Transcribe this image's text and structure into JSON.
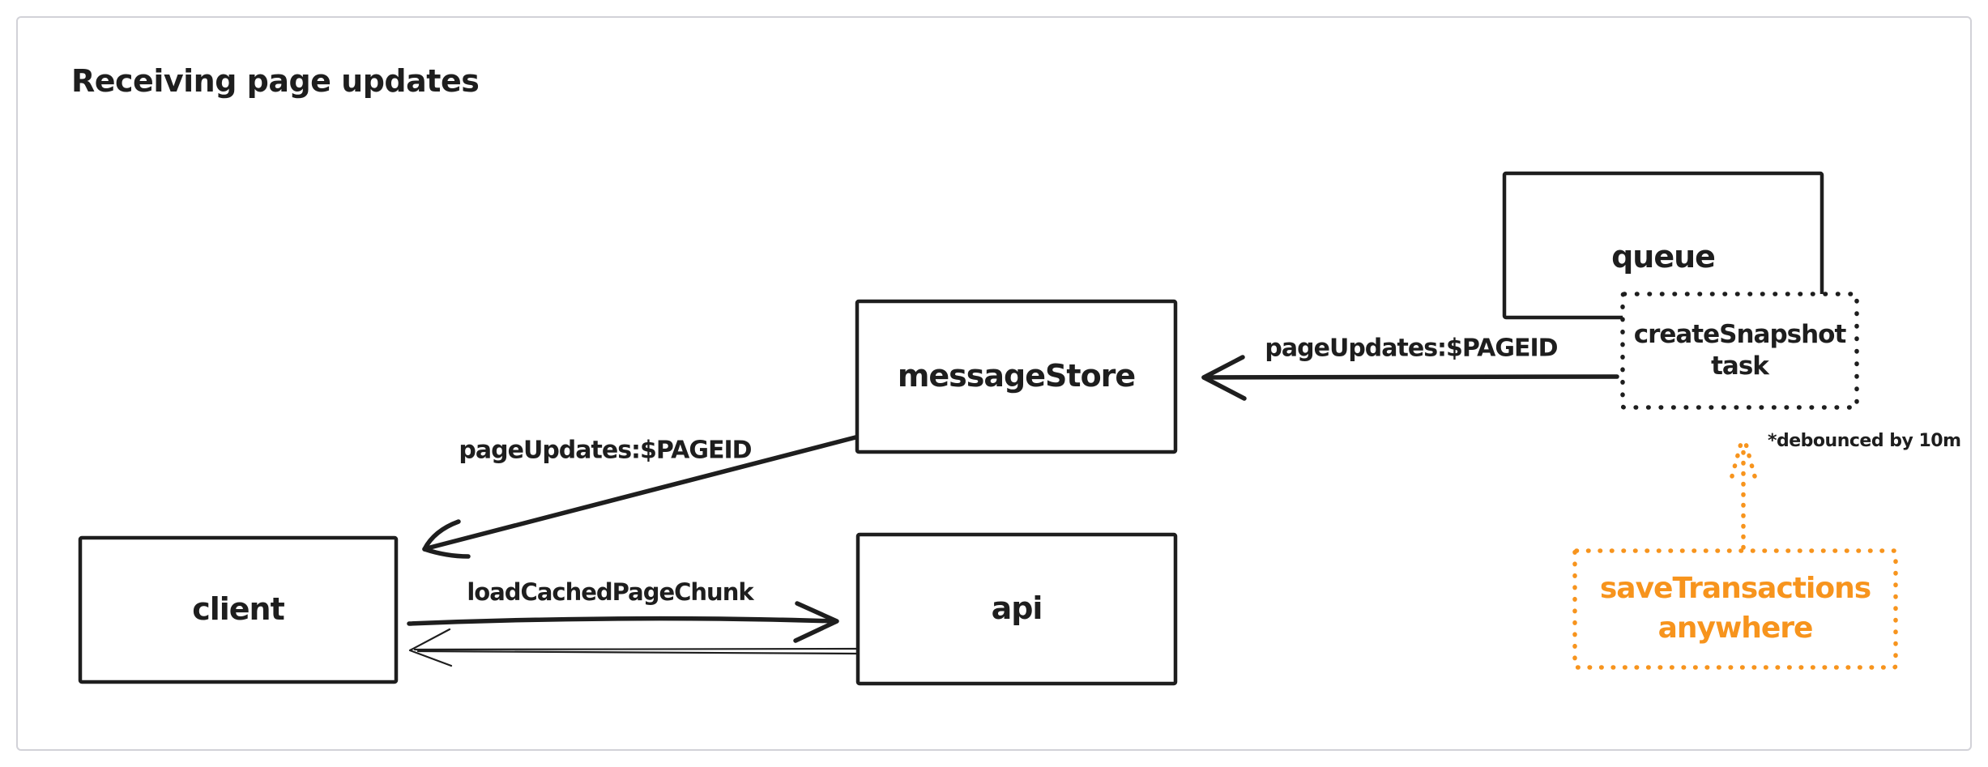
{
  "page": {
    "title": "Receiving page updates"
  },
  "colors": {
    "ink": "#1e1e1e",
    "accent_orange": "#f7941d",
    "canvas_border": "#d2d2d8",
    "background": "#ffffff"
  },
  "nodes": {
    "queue": {
      "label": "queue",
      "border": "solid"
    },
    "create_snapshot_task": {
      "label": "createSnapshot\ntask",
      "border": "dotted"
    },
    "message_store": {
      "label": "messageStore",
      "border": "solid"
    },
    "client": {
      "label": "client",
      "border": "solid"
    },
    "api": {
      "label": "api",
      "border": "solid"
    },
    "save_transactions": {
      "label": "saveTransactions\nanywhere",
      "border": "dotted",
      "color": "#f7941d"
    }
  },
  "edges": {
    "task_to_message_store": {
      "from": "createSnapshot task",
      "to": "messageStore",
      "label": "pageUpdates:$PAGEID"
    },
    "message_store_to_client": {
      "from": "messageStore",
      "to": "client",
      "label": "pageUpdates:$PAGEID"
    },
    "client_to_api": {
      "from": "client",
      "to": "api",
      "label": "loadCachedPageChunk"
    },
    "api_to_client": {
      "from": "api",
      "to": "client",
      "label": ""
    },
    "save_transactions_to_task": {
      "from": "saveTransactions anywhere",
      "to": "createSnapshot task",
      "style": "dotted-orange",
      "note": "*debounced by 10m"
    }
  }
}
